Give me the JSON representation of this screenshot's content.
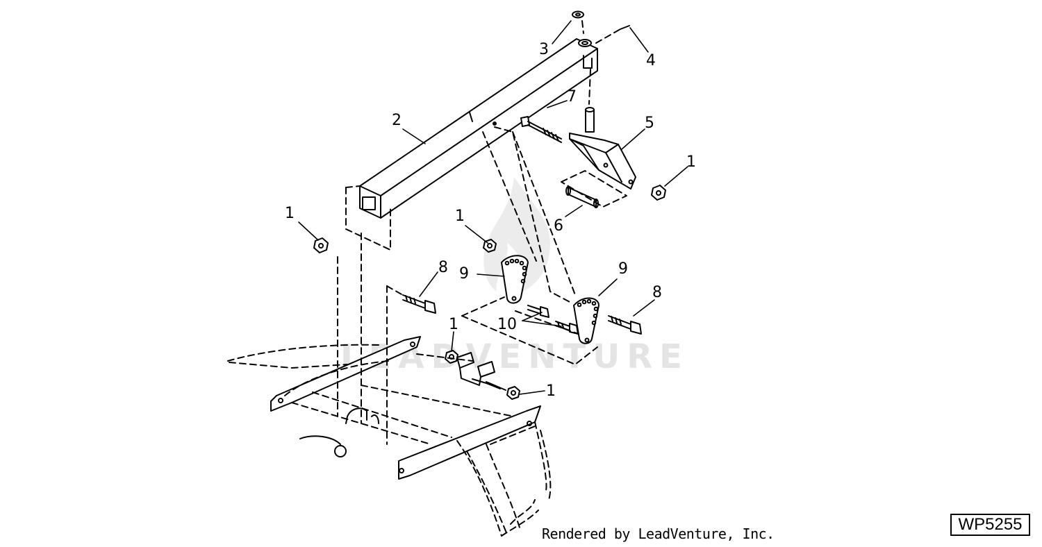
{
  "diagram": {
    "callouts": [
      "1",
      "2",
      "3",
      "4",
      "5",
      "6",
      "7",
      "8",
      "9",
      "10"
    ],
    "watermark": "LEADVENTURE",
    "footer": "Rendered by LeadVenture, Inc.",
    "figure_id": "WP5255"
  },
  "colors": {
    "line": "#000000",
    "watermark": "#e4e4e4",
    "background": "#ffffff"
  }
}
